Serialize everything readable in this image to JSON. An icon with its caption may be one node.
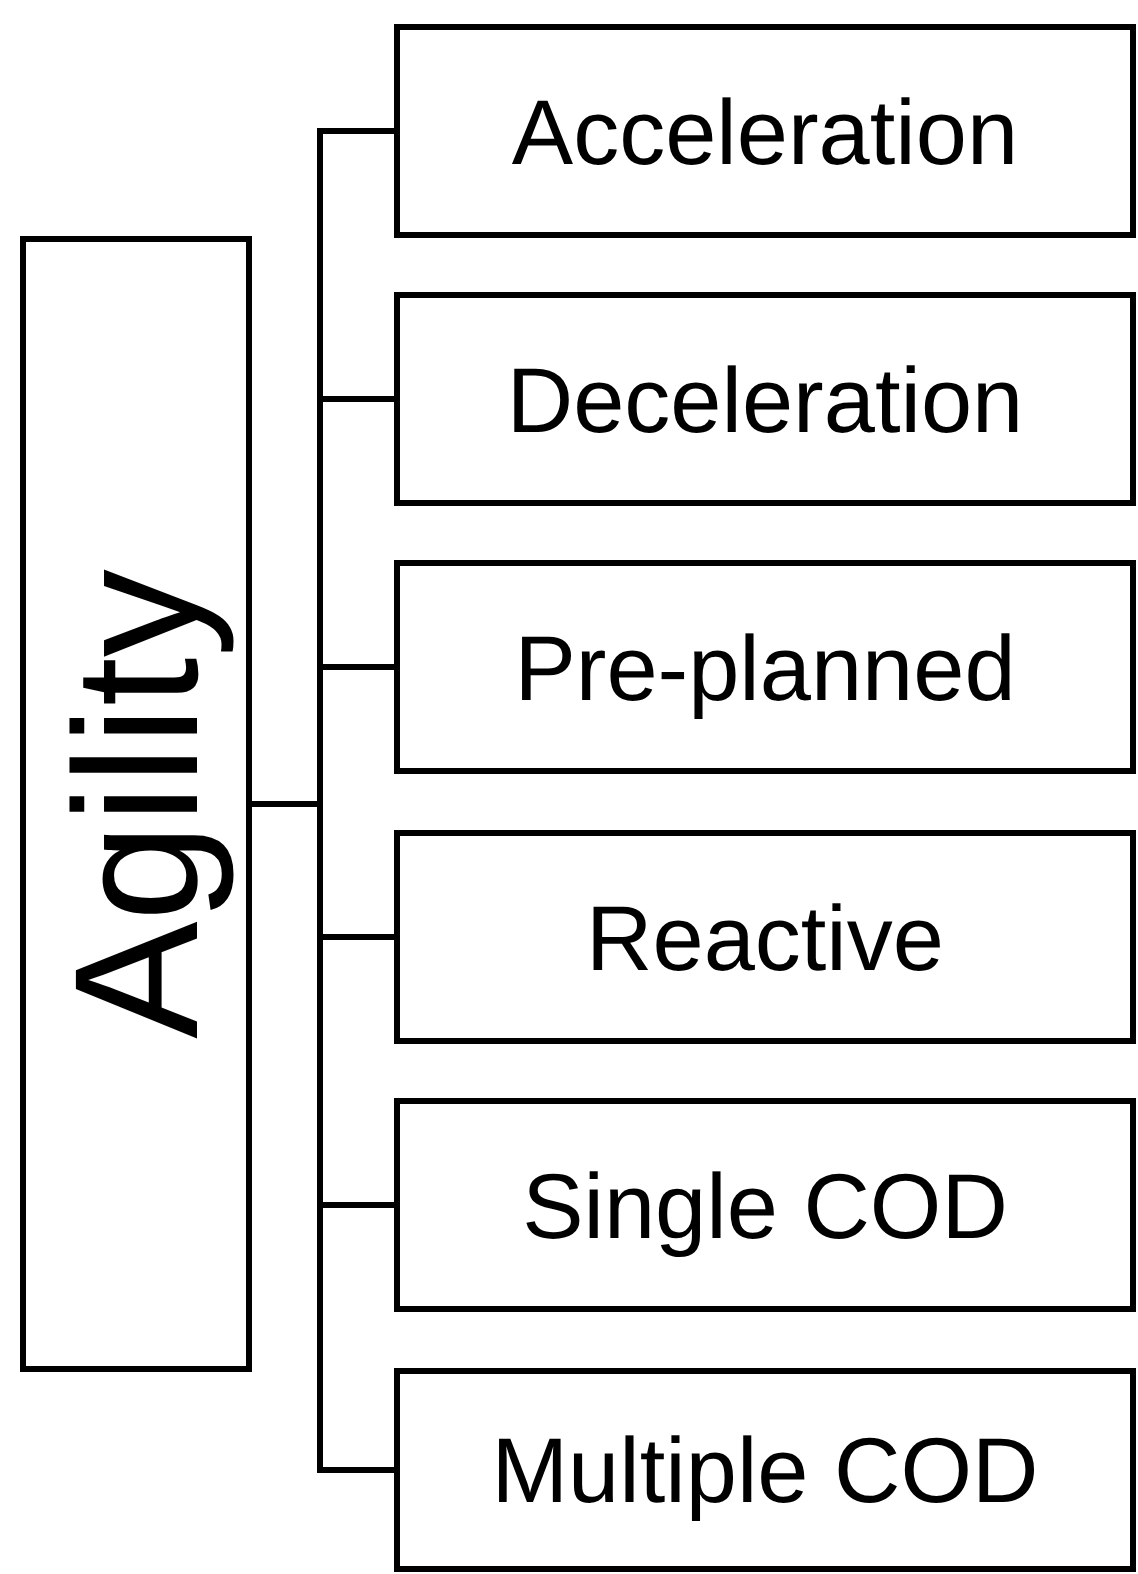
{
  "diagram": {
    "nodes": [
      {
        "text": [
          "Agility"
        ]
      },
      {
        "text": [
          "Acceleration"
        ]
      },
      {
        "text": [
          "Deceleration"
        ]
      },
      {
        "text": [
          "Pre-planned"
        ]
      },
      {
        "text": [
          "Reactive"
        ]
      },
      {
        "text": [
          "Single COD"
        ]
      },
      {
        "text": [
          "Multiple COD"
        ]
      }
    ],
    "edges": [
      {
        "from": 0,
        "to": 1,
        "arrow": "none"
      },
      {
        "from": 0,
        "to": 2,
        "arrow": "none"
      },
      {
        "from": 0,
        "to": 3,
        "arrow": "none"
      },
      {
        "from": 0,
        "to": 4,
        "arrow": "none"
      },
      {
        "from": 0,
        "to": 5,
        "arrow": "none"
      },
      {
        "from": 0,
        "to": 6,
        "arrow": "none"
      }
    ]
  }
}
